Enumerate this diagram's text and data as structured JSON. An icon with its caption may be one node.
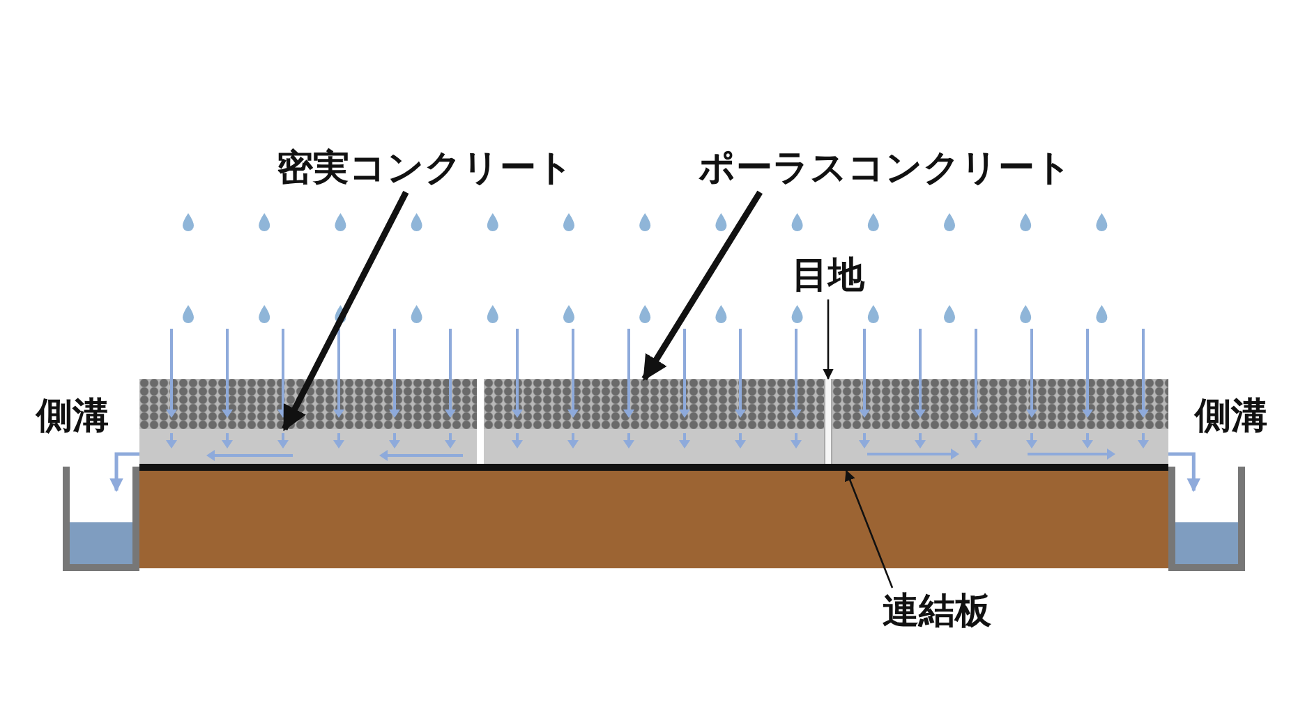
{
  "diagram": {
    "nodes": [
      {
        "text": [
          "密実コンクリート"
        ]
      },
      {
        "text": [
          "ポーラスコンクリート"
        ]
      },
      {
        "text": [
          "目地"
        ]
      },
      {
        "text": [
          "連結板"
        ]
      },
      {
        "text": [],
        "shape": "box"
      },
      {
        "text": [],
        "shape": "box"
      },
      {
        "text": [],
        "shape": "box"
      },
      {
        "text": [],
        "shape": "box"
      },
      {
        "text": [],
        "shape": "box"
      },
      {
        "text": [],
        "shape": "box"
      },
      {
        "text": [],
        "shape": "box"
      },
      {
        "text": [],
        "shape": "bar"
      },
      {
        "text": [
          "側溝"
        ]
      },
      {
        "text": [
          "側溝"
        ]
      }
    ],
    "edges": [
      {
        "from": 0,
        "to": 7,
        "arrow": "to",
        "style": "thick"
      },
      {
        "from": 1,
        "to": 5,
        "arrow": "to",
        "style": "thick"
      },
      {
        "from": 2,
        "to": 10,
        "arrow": "to"
      },
      {
        "from": 3,
        "to": 11,
        "arrow": "to"
      },
      {
        "from": 7,
        "to": 12,
        "arrow": "to",
        "color": "#8eaadb"
      },
      {
        "from": 9,
        "to": 13,
        "arrow": "to",
        "color": "#8eaadb"
      }
    ]
  }
}
